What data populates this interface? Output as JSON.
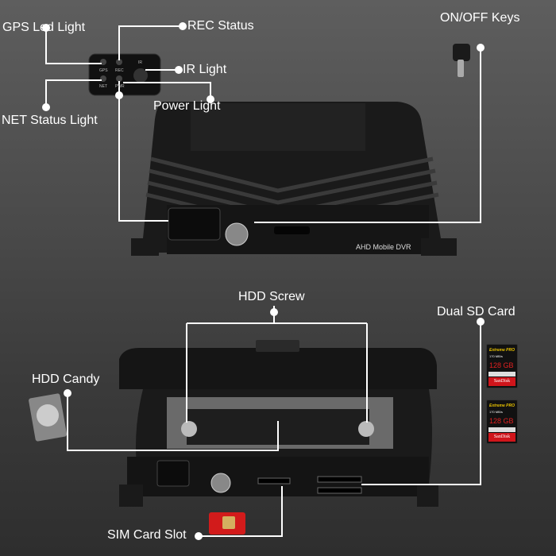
{
  "labels": {
    "gps_led_light": "GPS Led Light",
    "rec_status": "REC Status",
    "on_off_keys": "ON/OFF Keys",
    "ir_light": "IR Light",
    "power_light": "Power Light",
    "net_status_light": "NET Status Light",
    "hdd_screw": "HDD Screw",
    "dual_sd_card": "Dual SD Card",
    "hdd_candy": "HDD Candy",
    "sim_card_slot": "SIM Card Slot"
  },
  "device": {
    "model_text": "AHD Mobile DVR",
    "led_labels": [
      "GPS",
      "REC",
      "NET",
      "PWR"
    ],
    "ir_label": "IR"
  },
  "sd_card": {
    "brand": "SanDisk",
    "line": "Extreme PRO",
    "speed": "170 MB/s",
    "capacity": "128 GB"
  }
}
